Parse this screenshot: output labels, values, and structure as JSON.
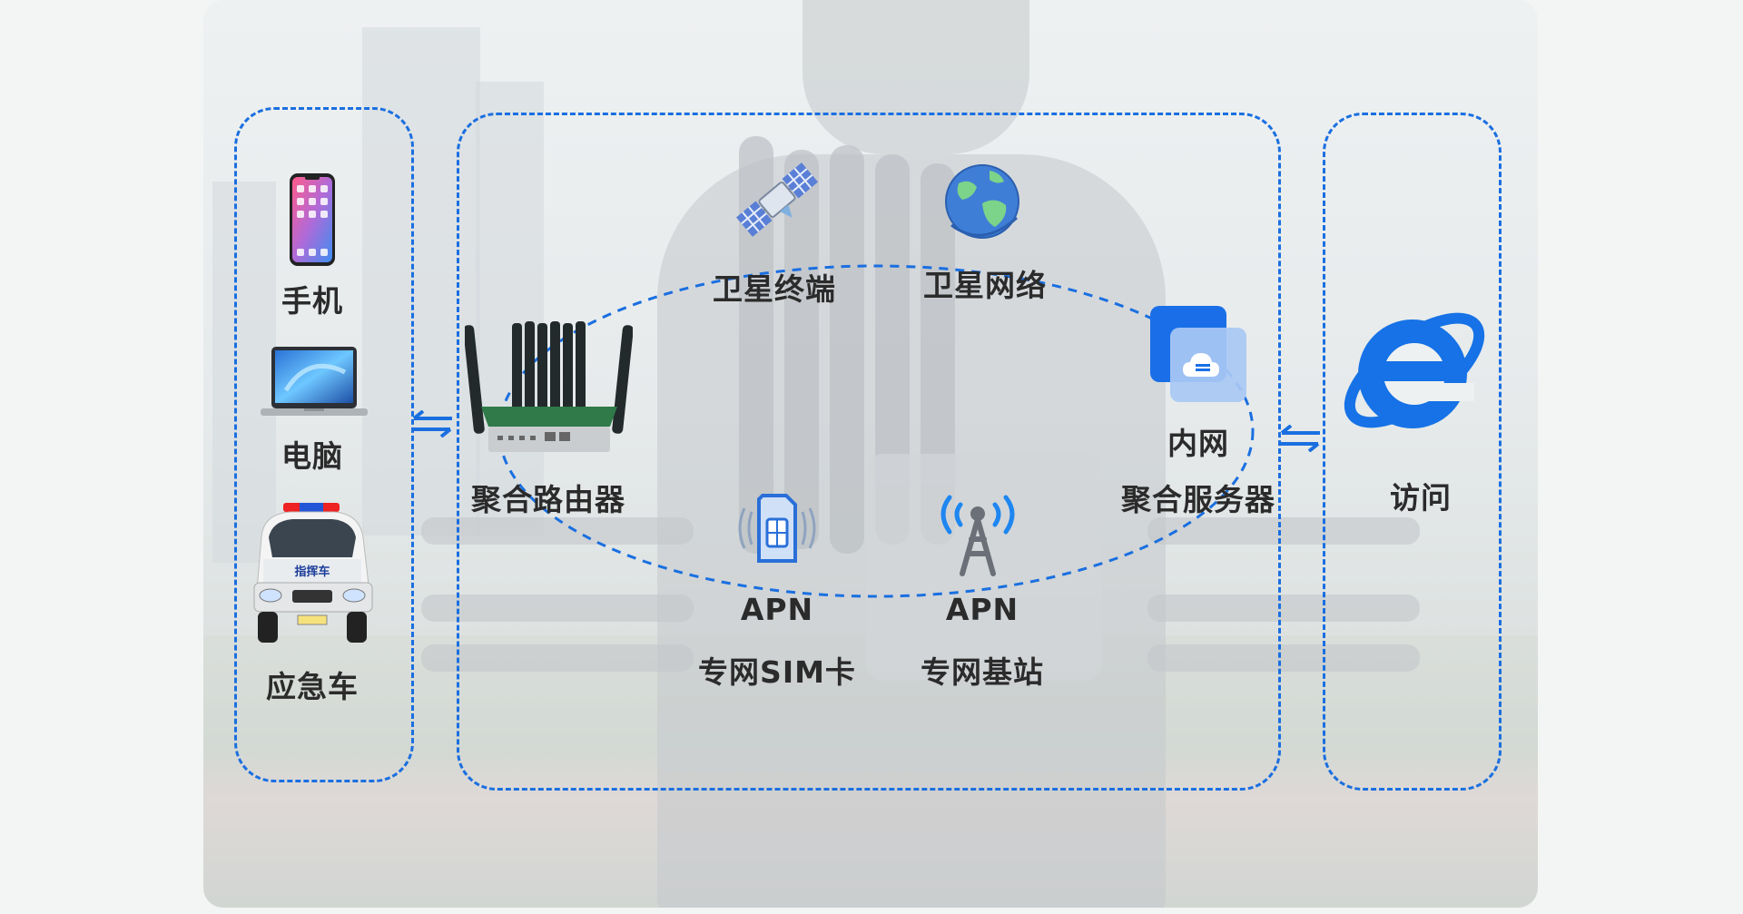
{
  "diagram": {
    "devices": {
      "phone_label": "手机",
      "computer_label": "电脑",
      "vehicle_label": "应急车",
      "vehicle_text": "指挥车"
    },
    "network": {
      "router_label": "聚合路由器",
      "satellite_terminal_label": "卫星终端",
      "satellite_network_label": "卫星网络",
      "server_label_line1": "内网",
      "server_label_line2": "聚合服务器",
      "sim_label_line1": "APN",
      "sim_label_line2": "专网SIM卡",
      "base_station_label_line1": "APN",
      "base_station_label_line2": "专网基站"
    },
    "access": {
      "access_label": "访问"
    },
    "colors": {
      "dashed_border": "#1a6fe0",
      "arrow": "#1a6fe0",
      "browser_icon": "#1672e6"
    },
    "icons": [
      "phone-icon",
      "laptop-icon",
      "emergency-vehicle-icon",
      "router-icon",
      "satellite-icon",
      "globe-icon",
      "cloud-server-icon",
      "sim-card-icon",
      "base-station-icon",
      "browser-icon"
    ]
  }
}
